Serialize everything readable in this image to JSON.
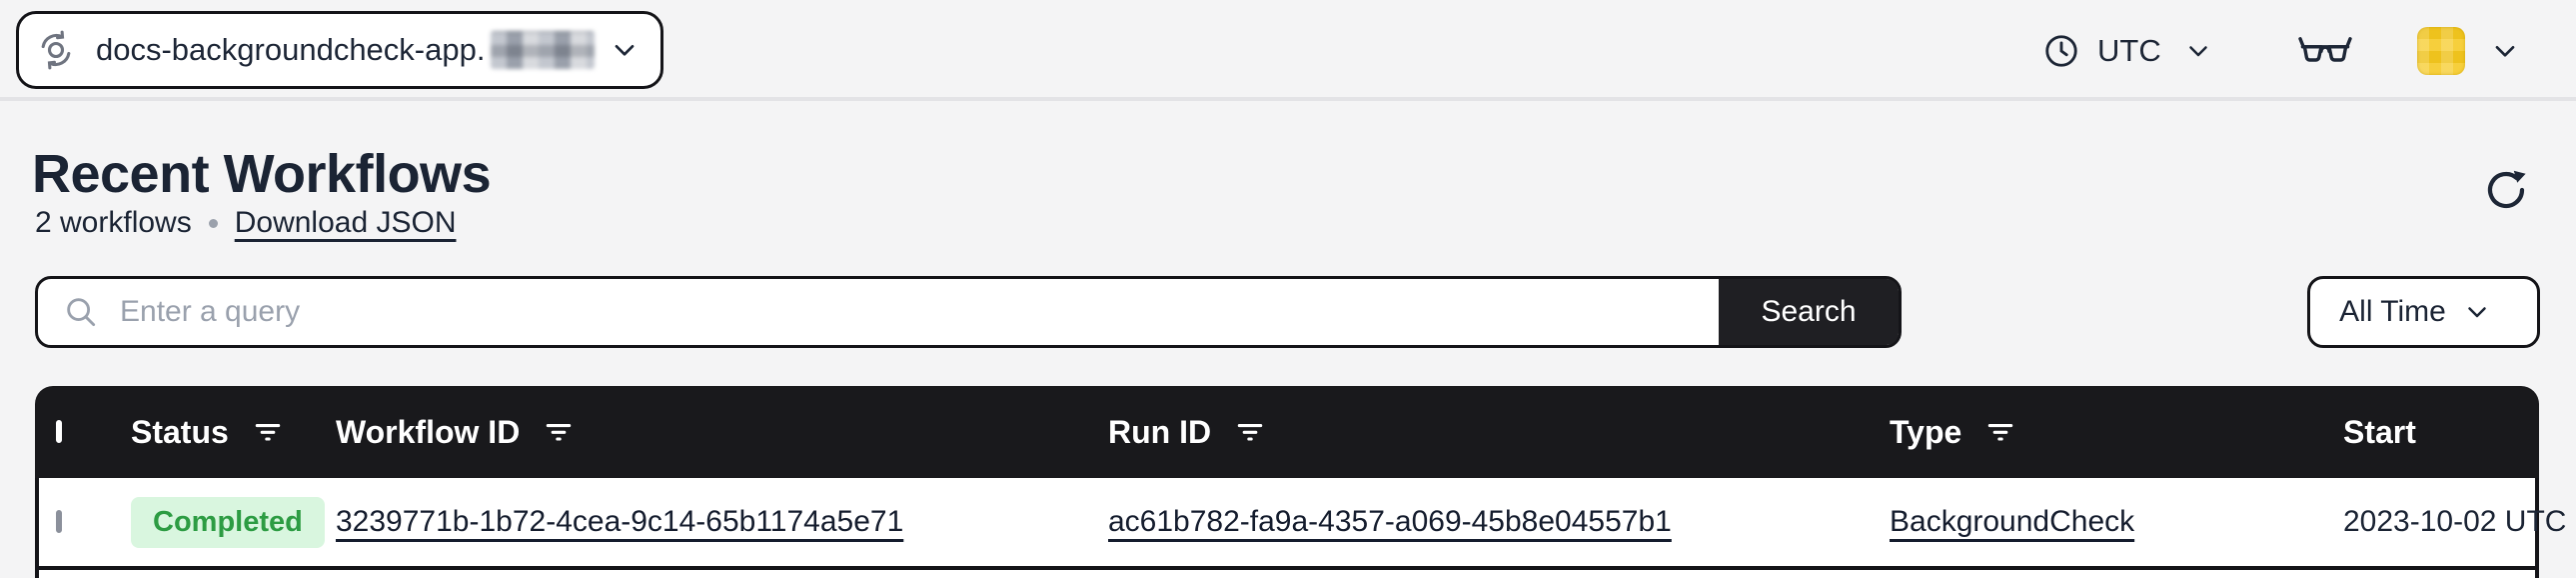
{
  "topbar": {
    "namespace_selector": {
      "value": "docs-backgroundcheck-app.",
      "suffix_redacted": true
    },
    "timezone": {
      "value": "UTC"
    }
  },
  "page": {
    "title": "Recent Workflows",
    "summary": {
      "count": "2 workflows",
      "download": "Download JSON"
    }
  },
  "search": {
    "placeholder": "Enter a query",
    "button_label": "Search"
  },
  "time_filter": {
    "value": "All Time"
  },
  "table": {
    "columns": [
      {
        "label": "Status",
        "filter": true
      },
      {
        "label": "Workflow ID",
        "filter": true
      },
      {
        "label": "Run ID",
        "filter": true
      },
      {
        "label": "Type",
        "filter": true
      },
      {
        "label": "Start",
        "filter": false
      }
    ],
    "rows": [
      {
        "status": "Completed",
        "workflow_id": "3239771b-1b72-4cea-9c14-65b1174a5e71",
        "run_id": "ac61b782-fa9a-4357-a069-45b8e04557b1",
        "type": "BackgroundCheck",
        "start": "2023-10-02 UTC"
      }
    ]
  },
  "icons": [
    "sync-icon",
    "chevron-down-icon",
    "clock-icon",
    "glasses-icon",
    "avatar",
    "refresh-icon",
    "search-icon",
    "filter-icon",
    "checkbox"
  ],
  "colors": {
    "page_bg": "#f4f4f5",
    "border_dark": "#141418",
    "table_header_bg": "#19191c",
    "search_button_bg": "#1f1f23",
    "text_dark": "#1b2434",
    "badge_completed_bg": "#d9f6df",
    "badge_completed_text": "#2d9c43",
    "avatar_yellow": "#eec21d",
    "placeholder_gray": "#9aa1ad"
  }
}
